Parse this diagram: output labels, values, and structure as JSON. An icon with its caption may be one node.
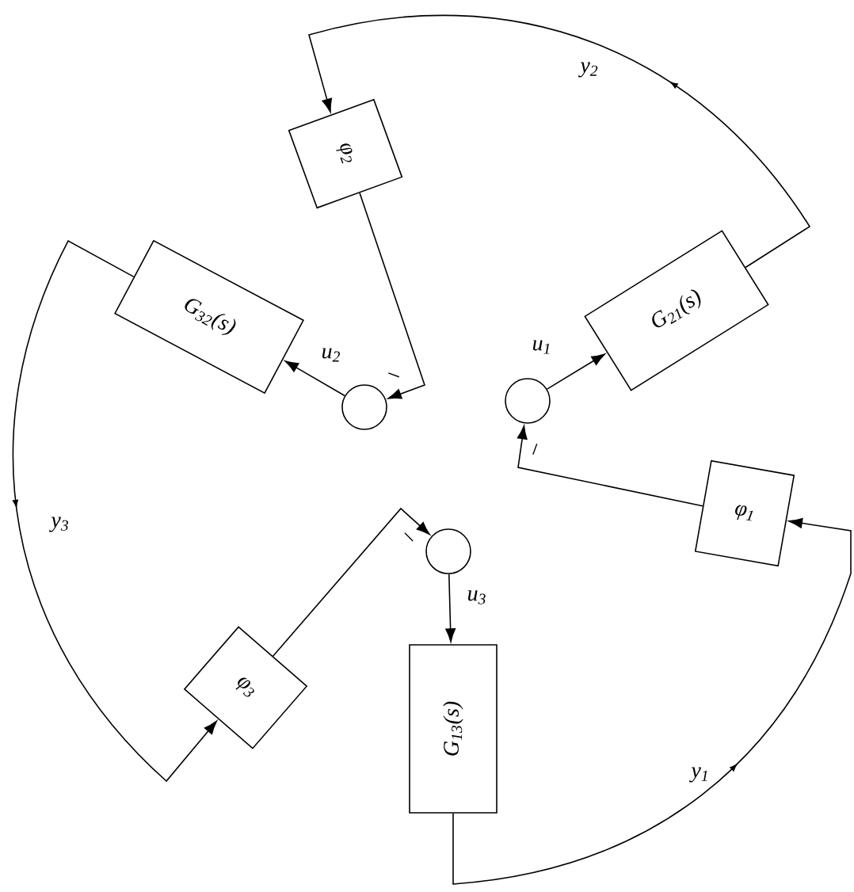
{
  "diagram": {
    "nodes": [
      {
        "text": [
          "φ$_{2}$"
        ]
      },
      {
        "text": [
          "G$_{32}$(s)"
        ]
      },
      {
        "text": [],
        "shape": "circle"
      },
      {
        "text": [],
        "shape": "circle"
      },
      {
        "text": [
          "G$_{21}$(s)"
        ]
      },
      {
        "text": [
          "φ$_{1}$"
        ]
      },
      {
        "text": [],
        "shape": "circle"
      },
      {
        "text": [
          "G$_{13}$(s)"
        ]
      },
      {
        "text": [
          "φ$_{3}$"
        ]
      }
    ],
    "edges": [
      {
        "from": 3,
        "to": 4,
        "arrow": "to",
        "label": "u$_{1}$"
      },
      {
        "from": 4,
        "to": 0,
        "arrow": "to",
        "label": "y$_{2}$"
      },
      {
        "from": 0,
        "to": 2,
        "arrow": "to",
        "label": "–"
      },
      {
        "from": 2,
        "to": 1,
        "arrow": "to",
        "label": "u$_{2}$"
      },
      {
        "from": 1,
        "to": 8,
        "arrow": "to",
        "label": "y$_{3}$"
      },
      {
        "from": 8,
        "to": 6,
        "arrow": "to",
        "label": "–"
      },
      {
        "from": 6,
        "to": 7,
        "arrow": "to",
        "label": "u$_{3}$"
      },
      {
        "from": 7,
        "to": 5,
        "arrow": "to",
        "label": "y$_{1}$"
      },
      {
        "from": 5,
        "to": 3,
        "arrow": "to",
        "label": "–"
      }
    ]
  }
}
